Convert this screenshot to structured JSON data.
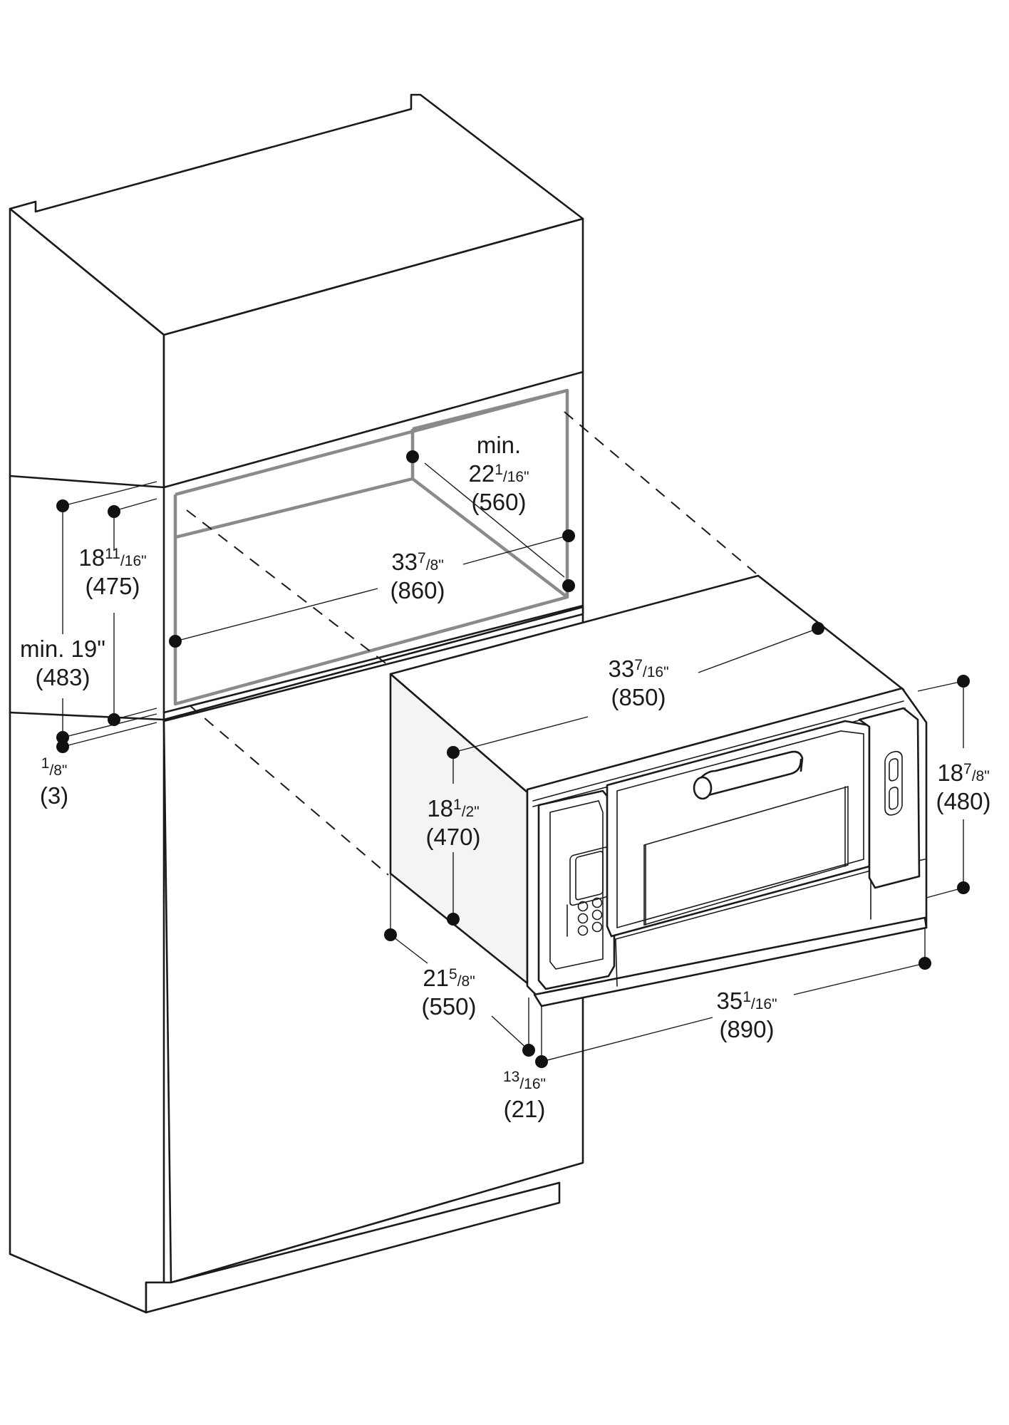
{
  "dimensions": [
    {
      "id": "cutout-depth",
      "lines": [
        [
          {
            "t": "min."
          }
        ],
        [
          {
            "t": "22"
          },
          {
            "t": "1",
            "sup": true
          },
          {
            "t": "/16\"",
            "small": true
          }
        ],
        [
          {
            "t": "(560)"
          }
        ]
      ]
    },
    {
      "id": "cutout-width",
      "lines": [
        [
          {
            "t": "33"
          },
          {
            "t": "7",
            "sup": true
          },
          {
            "t": "/8\"",
            "small": true
          }
        ],
        [
          {
            "t": "(860)"
          }
        ]
      ]
    },
    {
      "id": "cutout-height",
      "lines": [
        [
          {
            "t": "18"
          },
          {
            "t": "11",
            "sup": true
          },
          {
            "t": "/16\"",
            "small": true
          }
        ],
        [
          {
            "t": "(475)"
          }
        ]
      ]
    },
    {
      "id": "min-height",
      "lines": [
        [
          {
            "t": "min. 19\""
          }
        ],
        [
          {
            "t": "(483)"
          }
        ]
      ]
    },
    {
      "id": "gap-eighth",
      "lines": [
        [
          {
            "t": "1",
            "sup": true
          },
          {
            "t": "/8\"",
            "small": true
          }
        ],
        [
          {
            "t": "(3)"
          }
        ]
      ]
    },
    {
      "id": "housing-width",
      "lines": [
        [
          {
            "t": "33"
          },
          {
            "t": "7",
            "sup": true
          },
          {
            "t": "/16\"",
            "small": true
          }
        ],
        [
          {
            "t": "(850)"
          }
        ]
      ]
    },
    {
      "id": "housing-height",
      "lines": [
        [
          {
            "t": "18"
          },
          {
            "t": "1",
            "sup": true
          },
          {
            "t": "/2\"",
            "small": true
          }
        ],
        [
          {
            "t": "(470)"
          }
        ]
      ]
    },
    {
      "id": "front-height",
      "lines": [
        [
          {
            "t": "18"
          },
          {
            "t": "7",
            "sup": true
          },
          {
            "t": "/8\"",
            "small": true
          }
        ],
        [
          {
            "t": "(480)"
          }
        ]
      ]
    },
    {
      "id": "housing-depth",
      "lines": [
        [
          {
            "t": "21"
          },
          {
            "t": "5",
            "sup": true
          },
          {
            "t": "/8\"",
            "small": true
          }
        ],
        [
          {
            "t": "(550)"
          }
        ]
      ]
    },
    {
      "id": "front-width",
      "lines": [
        [
          {
            "t": "35"
          },
          {
            "t": "1",
            "sup": true
          },
          {
            "t": "/16\"",
            "small": true
          }
        ],
        [
          {
            "t": "(890)"
          }
        ]
      ]
    },
    {
      "id": "front-projection",
      "lines": [
        [
          {
            "t": "13",
            "sup": true
          },
          {
            "t": "/16\"",
            "small": true
          }
        ],
        [
          {
            "t": "(21)"
          }
        ]
      ]
    }
  ],
  "colors": {
    "line": "#1a1a1a",
    "cutout": "#8a8a8a",
    "oven_side": "#f4f4f4"
  }
}
